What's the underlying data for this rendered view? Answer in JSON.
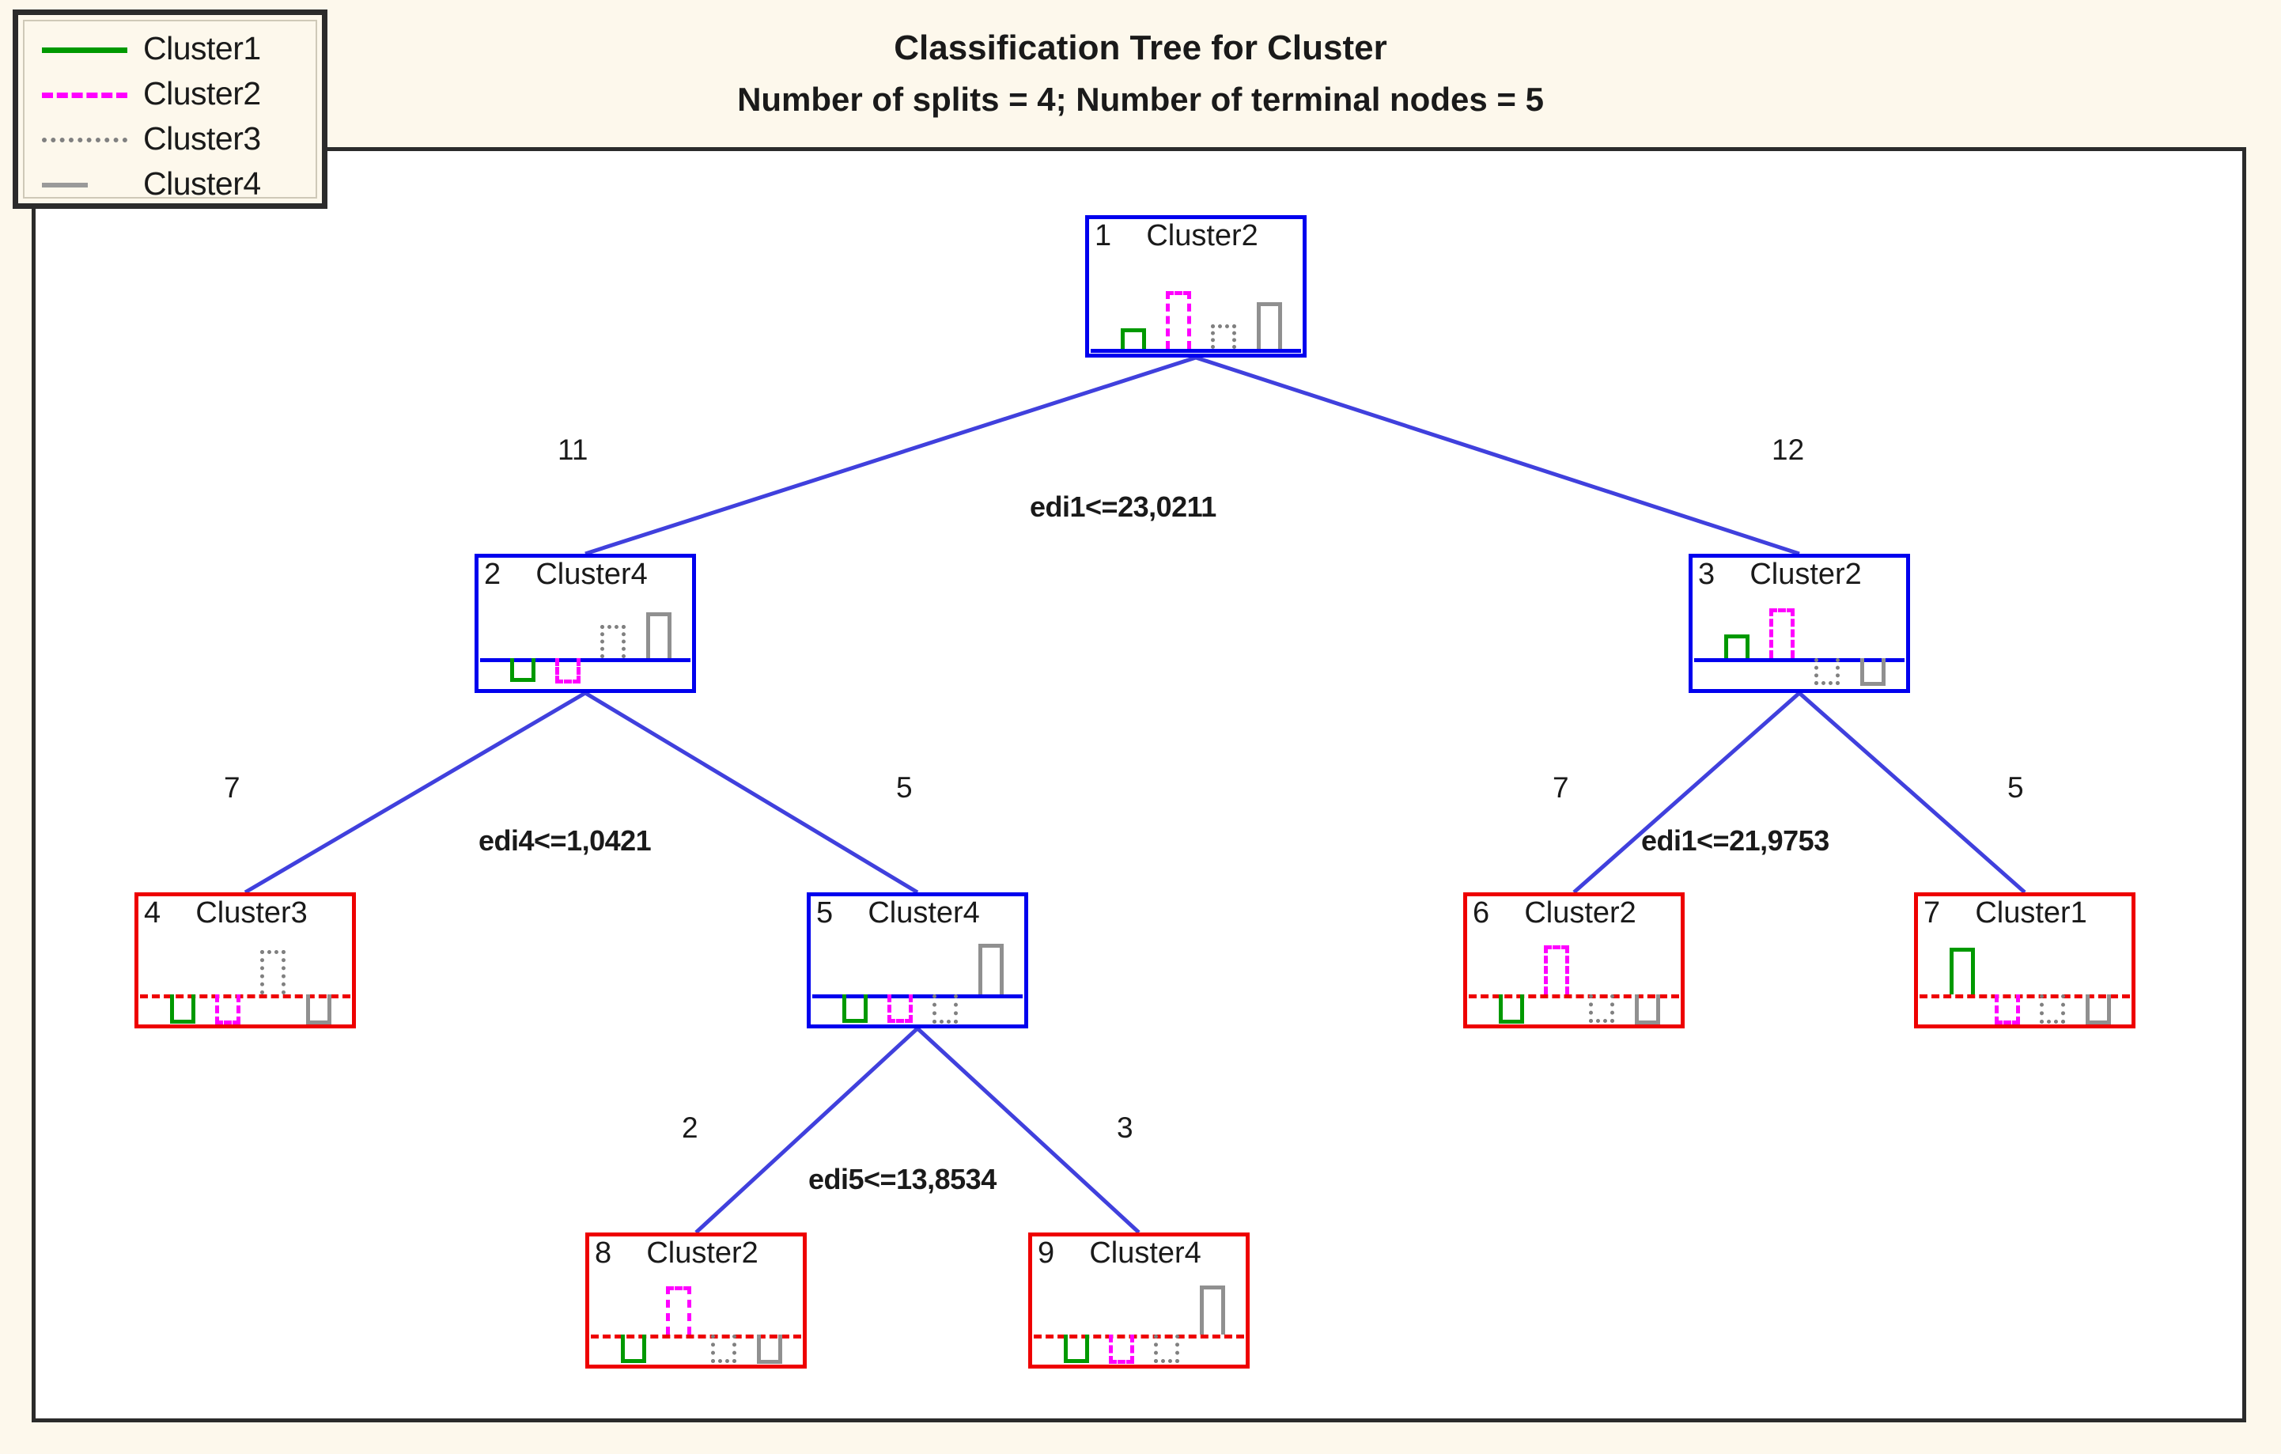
{
  "chart_data": {
    "type": "tree",
    "title": "Classification Tree for Cluster",
    "subtitle": "Number of splits = 4; Number of terminal nodes = 5",
    "n_splits": 4,
    "n_terminal_nodes": 5,
    "legend": {
      "position": "top-left",
      "entries": [
        {
          "label": "Cluster1",
          "style": "solid",
          "color": "#009900"
        },
        {
          "label": "Cluster2",
          "style": "dashed",
          "color": "#ff00ff"
        },
        {
          "label": "Cluster3",
          "style": "dotted",
          "color": "#808080"
        },
        {
          "label": "Cluster4",
          "style": "dash-dot",
          "color": "#9a9a9a"
        }
      ]
    },
    "node_colors": {
      "split": "#0000ee",
      "terminal": "#ee0000",
      "edge": "#4040dd"
    },
    "nodes": [
      {
        "id": "1",
        "label": "Cluster2",
        "type": "split",
        "bars": [
          {
            "cluster": "Cluster1",
            "dir": "up",
            "h": 0.22
          },
          {
            "cluster": "Cluster2",
            "dir": "up",
            "h": 0.62
          },
          {
            "cluster": "Cluster3",
            "dir": "up",
            "h": 0.26
          },
          {
            "cluster": "Cluster4",
            "dir": "up",
            "h": 0.5
          }
        ]
      },
      {
        "id": "2",
        "label": "Cluster4",
        "type": "split",
        "bars": [
          {
            "cluster": "Cluster1",
            "dir": "down",
            "h": 0.62
          },
          {
            "cluster": "Cluster2",
            "dir": "down",
            "h": 0.66
          },
          {
            "cluster": "Cluster3",
            "dir": "up",
            "h": 0.52
          },
          {
            "cluster": "Cluster4",
            "dir": "up",
            "h": 0.72
          }
        ]
      },
      {
        "id": "3",
        "label": "Cluster2",
        "type": "split",
        "bars": [
          {
            "cluster": "Cluster1",
            "dir": "up",
            "h": 0.37
          },
          {
            "cluster": "Cluster2",
            "dir": "up",
            "h": 0.78
          },
          {
            "cluster": "Cluster3",
            "dir": "down",
            "h": 0.7
          },
          {
            "cluster": "Cluster4",
            "dir": "down",
            "h": 0.72
          }
        ]
      },
      {
        "id": "4",
        "label": "Cluster3",
        "type": "terminal",
        "bars": [
          {
            "cluster": "Cluster1",
            "dir": "down",
            "h": 0.78
          },
          {
            "cluster": "Cluster2",
            "dir": "down",
            "h": 0.8
          },
          {
            "cluster": "Cluster3",
            "dir": "up",
            "h": 0.72
          },
          {
            "cluster": "Cluster4",
            "dir": "down",
            "h": 0.8
          }
        ]
      },
      {
        "id": "5",
        "label": "Cluster4",
        "type": "split",
        "bars": [
          {
            "cluster": "Cluster1",
            "dir": "down",
            "h": 0.74
          },
          {
            "cluster": "Cluster2",
            "dir": "down",
            "h": 0.76
          },
          {
            "cluster": "Cluster3",
            "dir": "down",
            "h": 0.78
          },
          {
            "cluster": "Cluster4",
            "dir": "up",
            "h": 0.82
          }
        ]
      },
      {
        "id": "6",
        "label": "Cluster2",
        "type": "terminal",
        "bars": [
          {
            "cluster": "Cluster1",
            "dir": "down",
            "h": 0.78
          },
          {
            "cluster": "Cluster2",
            "dir": "up",
            "h": 0.8
          },
          {
            "cluster": "Cluster3",
            "dir": "down",
            "h": 0.76
          },
          {
            "cluster": "Cluster4",
            "dir": "down",
            "h": 0.8
          }
        ]
      },
      {
        "id": "7",
        "label": "Cluster1",
        "type": "terminal",
        "bars": [
          {
            "cluster": "Cluster1",
            "dir": "up",
            "h": 0.76
          },
          {
            "cluster": "Cluster2",
            "dir": "down",
            "h": 0.8
          },
          {
            "cluster": "Cluster3",
            "dir": "down",
            "h": 0.78
          },
          {
            "cluster": "Cluster4",
            "dir": "down",
            "h": 0.8
          }
        ]
      },
      {
        "id": "8",
        "label": "Cluster2",
        "type": "terminal",
        "bars": [
          {
            "cluster": "Cluster1",
            "dir": "down",
            "h": 0.74
          },
          {
            "cluster": "Cluster2",
            "dir": "up",
            "h": 0.78
          },
          {
            "cluster": "Cluster3",
            "dir": "down",
            "h": 0.76
          },
          {
            "cluster": "Cluster4",
            "dir": "down",
            "h": 0.78
          }
        ]
      },
      {
        "id": "9",
        "label": "Cluster4",
        "type": "terminal",
        "bars": [
          {
            "cluster": "Cluster1",
            "dir": "down",
            "h": 0.76
          },
          {
            "cluster": "Cluster2",
            "dir": "down",
            "h": 0.78
          },
          {
            "cluster": "Cluster3",
            "dir": "down",
            "h": 0.76
          },
          {
            "cluster": "Cluster4",
            "dir": "up",
            "h": 0.8
          }
        ]
      }
    ],
    "splits": [
      {
        "from": "1",
        "condition": "edi1<=23,0211",
        "left_count": "11",
        "right_count": "12"
      },
      {
        "from": "2",
        "condition": "edi4<=1,0421",
        "left_count": "7",
        "right_count": "5"
      },
      {
        "from": "3",
        "condition": "edi1<=21,9753",
        "left_count": "7",
        "right_count": "5"
      },
      {
        "from": "5",
        "condition": "edi5<=13,8534",
        "left_count": "2",
        "right_count": "3"
      }
    ]
  }
}
